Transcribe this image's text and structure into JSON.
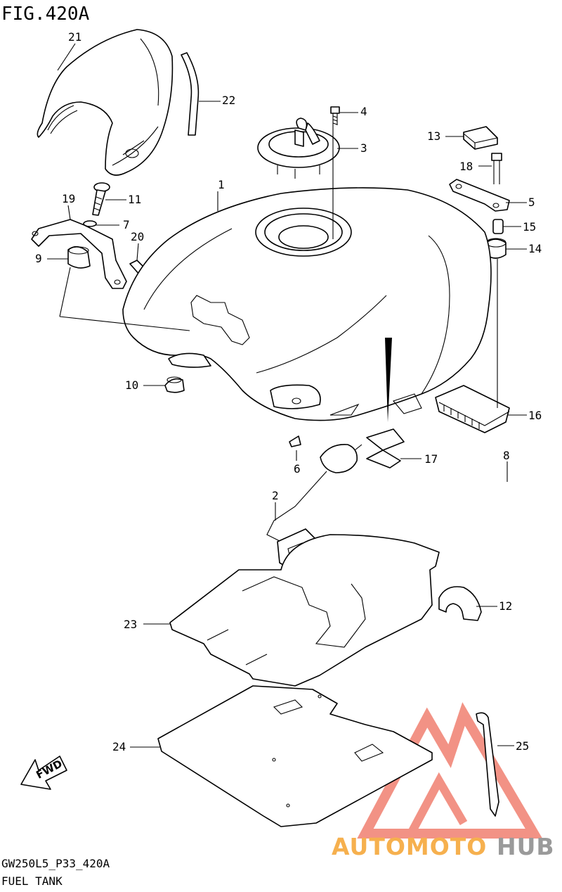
{
  "figure_title": "FIG.420A",
  "footer": {
    "code": "GW250L5_P33_420A",
    "name": "FUEL TANK"
  },
  "fwd_label": "FWD",
  "watermark": {
    "part1": "AUTOMOTO",
    "part2": "HUB",
    "color1": "#f6b04e",
    "color2": "#9a9a9a",
    "logo_color": "#f08070"
  },
  "callouts": [
    "1",
    "2",
    "3",
    "4",
    "5",
    "6",
    "7",
    "8",
    "9",
    "10",
    "11",
    "12",
    "13",
    "14",
    "15",
    "16",
    "17",
    "18",
    "19",
    "20",
    "21",
    "22",
    "23",
    "24",
    "25"
  ]
}
